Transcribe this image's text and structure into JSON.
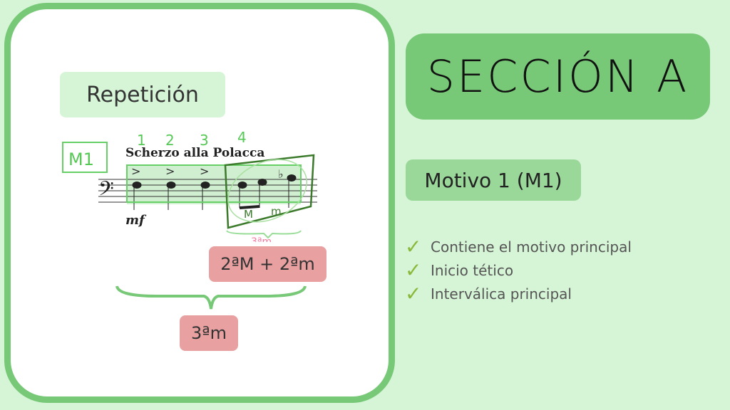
{
  "left_card": {
    "label": "Repetición",
    "score_title": "Scherzo alla Polacca",
    "motif_tag": "M1",
    "beats": [
      "1",
      "2",
      "3",
      "4"
    ],
    "dynamic": "mf",
    "interval_marks": [
      "M",
      "m"
    ],
    "pink_note": "3ªm",
    "pill_top": "2ªM + 2ªm",
    "pill_bottom": "3ªm"
  },
  "title": "SECCIÓN A",
  "subtitle": "Motivo 1 (M1)",
  "bullets": [
    {
      "icon": "check-icon",
      "text": "Contiene el motivo principal"
    },
    {
      "icon": "check-icon",
      "text": "Inicio tético"
    },
    {
      "icon": "check-icon",
      "text": "Interválica principal"
    }
  ],
  "colors": {
    "background": "#d6f5d6",
    "accent": "#77c877",
    "pill": "#e8a0a0",
    "check": "#8ab83a"
  }
}
